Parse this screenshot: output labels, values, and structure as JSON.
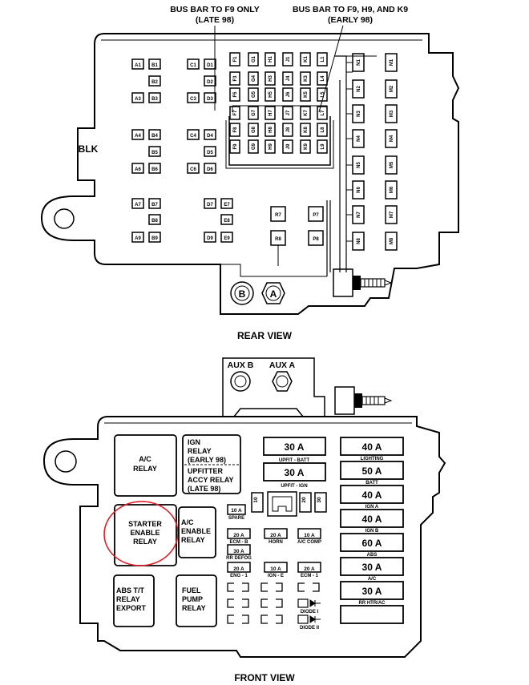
{
  "rear_view": {
    "title": "REAR VIEW",
    "callout_left": [
      "BUS BAR TO F9 ONLY",
      "(LATE 98)"
    ],
    "callout_right": [
      "BUS BAR TO F9, H9, AND K9",
      "(EARLY 98)"
    ],
    "blk": "BLK",
    "terminal_b": "B",
    "terminal_a": "A",
    "left_cells": [
      {
        "id": "A1",
        "c": 0,
        "r": 0
      },
      {
        "id": "B1",
        "c": 1,
        "r": 0
      },
      {
        "id": "C1",
        "c": 2,
        "r": 0
      },
      {
        "id": "D1",
        "c": 3,
        "r": 0
      },
      {
        "id": "B2",
        "c": 1,
        "r": 1
      },
      {
        "id": "D2",
        "c": 3,
        "r": 1
      },
      {
        "id": "A3",
        "c": 0,
        "r": 2
      },
      {
        "id": "B3",
        "c": 1,
        "r": 2
      },
      {
        "id": "C3",
        "c": 2,
        "r": 2
      },
      {
        "id": "D3",
        "c": 3,
        "r": 2
      },
      {
        "id": "A4",
        "c": 0,
        "r": 4
      },
      {
        "id": "B4",
        "c": 1,
        "r": 4
      },
      {
        "id": "C4",
        "c": 2,
        "r": 4
      },
      {
        "id": "D4",
        "c": 3,
        "r": 4
      },
      {
        "id": "B5",
        "c": 1,
        "r": 5
      },
      {
        "id": "D5",
        "c": 3,
        "r": 5
      },
      {
        "id": "A6",
        "c": 0,
        "r": 6
      },
      {
        "id": "B6",
        "c": 1,
        "r": 6
      },
      {
        "id": "C6",
        "c": 2,
        "r": 6
      },
      {
        "id": "D6",
        "c": 3,
        "r": 6
      },
      {
        "id": "A7",
        "c": 0,
        "r": 8
      },
      {
        "id": "B7",
        "c": 1,
        "r": 8
      },
      {
        "id": "D7",
        "c": 3,
        "r": 8
      },
      {
        "id": "E7",
        "c": 4,
        "r": 8
      },
      {
        "id": "B8",
        "c": 1,
        "r": 9
      },
      {
        "id": "E8",
        "c": 4,
        "r": 9
      },
      {
        "id": "A9",
        "c": 0,
        "r": 10
      },
      {
        "id": "B9",
        "c": 1,
        "r": 10
      },
      {
        "id": "D9",
        "c": 3,
        "r": 10
      },
      {
        "id": "E9",
        "c": 4,
        "r": 10
      }
    ],
    "mid_cells": [
      {
        "id": "F1",
        "c": 0,
        "r": 0
      },
      {
        "id": "G1",
        "c": 1,
        "r": 0
      },
      {
        "id": "H1",
        "c": 2,
        "r": 0
      },
      {
        "id": "J1",
        "c": 3,
        "r": 0
      },
      {
        "id": "K1",
        "c": 4,
        "r": 0
      },
      {
        "id": "L1",
        "c": 5,
        "r": 0
      },
      {
        "id": "F3",
        "c": 0,
        "r": 1
      },
      {
        "id": "G4",
        "c": 1,
        "r": 1
      },
      {
        "id": "H3",
        "c": 2,
        "r": 1
      },
      {
        "id": "J4",
        "c": 3,
        "r": 1
      },
      {
        "id": "K3",
        "c": 4,
        "r": 1
      },
      {
        "id": "L4",
        "c": 5,
        "r": 1
      },
      {
        "id": "F5",
        "c": 0,
        "r": 2
      },
      {
        "id": "G5",
        "c": 1,
        "r": 2
      },
      {
        "id": "H5",
        "c": 2,
        "r": 2
      },
      {
        "id": "J6",
        "c": 3,
        "r": 2
      },
      {
        "id": "K5",
        "c": 4,
        "r": 2
      },
      {
        "id": "L5",
        "c": 5,
        "r": 2
      },
      {
        "id": "F7",
        "c": 0,
        "r": 3
      },
      {
        "id": "G7",
        "c": 1,
        "r": 3
      },
      {
        "id": "H7",
        "c": 2,
        "r": 3
      },
      {
        "id": "J7",
        "c": 3,
        "r": 3
      },
      {
        "id": "K7",
        "c": 4,
        "r": 3
      },
      {
        "id": "L7",
        "c": 5,
        "r": 3
      },
      {
        "id": "F8",
        "c": 0,
        "r": 4
      },
      {
        "id": "G8",
        "c": 1,
        "r": 4
      },
      {
        "id": "H8",
        "c": 2,
        "r": 4
      },
      {
        "id": "J8",
        "c": 3,
        "r": 4
      },
      {
        "id": "K8",
        "c": 4,
        "r": 4
      },
      {
        "id": "L8",
        "c": 5,
        "r": 4
      },
      {
        "id": "F9",
        "c": 0,
        "r": 5
      },
      {
        "id": "G9",
        "c": 1,
        "r": 5
      },
      {
        "id": "H9",
        "c": 2,
        "r": 5
      },
      {
        "id": "J9",
        "c": 3,
        "r": 5
      },
      {
        "id": "K9",
        "c": 4,
        "r": 5
      },
      {
        "id": "L9",
        "c": 5,
        "r": 5
      }
    ],
    "n_cells": [
      "N1",
      "N2",
      "N3",
      "N4",
      "N5",
      "N6",
      "N7",
      "N8"
    ],
    "m_cells": [
      "M1",
      "M2",
      "M3",
      "M4",
      "M5",
      "M6",
      "M7",
      "M8"
    ],
    "p_cells": [
      "P7",
      "P8"
    ],
    "r_cells": [
      "R7",
      "R8"
    ]
  },
  "front_view": {
    "title": "FRONT VIEW",
    "aux_b": "AUX B",
    "aux_a": "AUX A",
    "relays": {
      "ac_relay": [
        "A/C",
        "RELAY"
      ],
      "ign_relay": [
        "IGN",
        "RELAY",
        "(EARLY 98)"
      ],
      "upfitter": [
        "UPFITTER",
        "ACCY RELAY",
        "(LATE 98)"
      ],
      "starter": [
        "STARTER",
        "ENABLE",
        "RELAY"
      ],
      "ac_enable": [
        "A/C",
        "ENABLE",
        "RELAY"
      ],
      "abs_tt": [
        "ABS T/T",
        "RELAY",
        "EXPORT"
      ],
      "fuel_pump": [
        "FUEL",
        "PUMP",
        "RELAY"
      ]
    },
    "mid_maxi": [
      {
        "amp": "30 A",
        "label": "UPFIT - BATT"
      },
      {
        "amp": "30 A",
        "label": "UPFIT - IGN"
      }
    ],
    "right_fuses": [
      {
        "amp": "40 A",
        "label": "LIGHTING"
      },
      {
        "amp": "50 A",
        "label": "BATT"
      },
      {
        "amp": "40 A",
        "label": "IGN A"
      },
      {
        "amp": "40 A",
        "label": "IGN B"
      },
      {
        "amp": "60 A",
        "label": "ABS"
      },
      {
        "amp": "30 A",
        "label": "A/C"
      },
      {
        "amp": "30 A",
        "label": "RR HTR/AC"
      },
      {
        "amp": "",
        "label": ""
      }
    ],
    "vertical_fuses": [
      "10",
      "20",
      "30"
    ],
    "spare": {
      "amp": "10 A",
      "label": "SPARE"
    },
    "mini_fuses": [
      {
        "amp": "20 A",
        "label": "ECM - B",
        "col": 0,
        "row": 0
      },
      {
        "amp": "20 A",
        "label": "HORN",
        "col": 1,
        "row": 0
      },
      {
        "amp": "10 A",
        "label": "A/C COMP",
        "col": 2,
        "row": 0
      },
      {
        "amp": "30 A",
        "label": "RR DEFOG",
        "col": 0,
        "row": 1
      },
      {
        "amp": "20 A",
        "label": "ENG - 1",
        "col": 0,
        "row": 2
      },
      {
        "amp": "10 A",
        "label": "IGN - E",
        "col": 1,
        "row": 2
      },
      {
        "amp": "20 A",
        "label": "ECM - 1",
        "col": 2,
        "row": 2
      }
    ],
    "diodes": [
      "DIODE I",
      "DIODE II"
    ],
    "highlight_color": "#e0202a"
  }
}
